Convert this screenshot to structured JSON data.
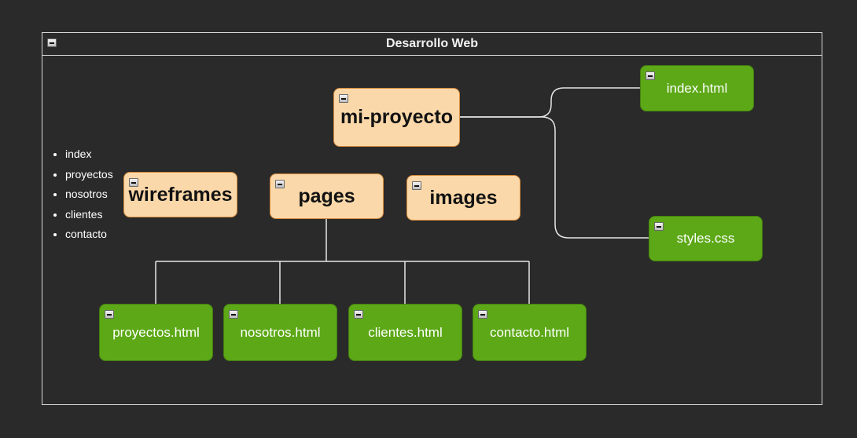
{
  "container": {
    "title": "Desarrollo Web"
  },
  "side_list": [
    "index",
    "proyectos",
    "nosotros",
    "clientes",
    "contacto"
  ],
  "folders": {
    "root": "mi-proyecto",
    "wireframes": "wireframes",
    "pages": "pages",
    "images": "images"
  },
  "files": {
    "index": "index.html",
    "styles": "styles.css",
    "proyectos": "proyectos.html",
    "nosotros": "nosotros.html",
    "clientes": "clientes.html",
    "contacto": "contacto.html"
  },
  "colors": {
    "background": "#2a2a2a",
    "folder_fill": "#fbd8a9",
    "folder_border": "#d68a3a",
    "file_fill": "#5ca816",
    "connector": "#e6e6e6"
  }
}
